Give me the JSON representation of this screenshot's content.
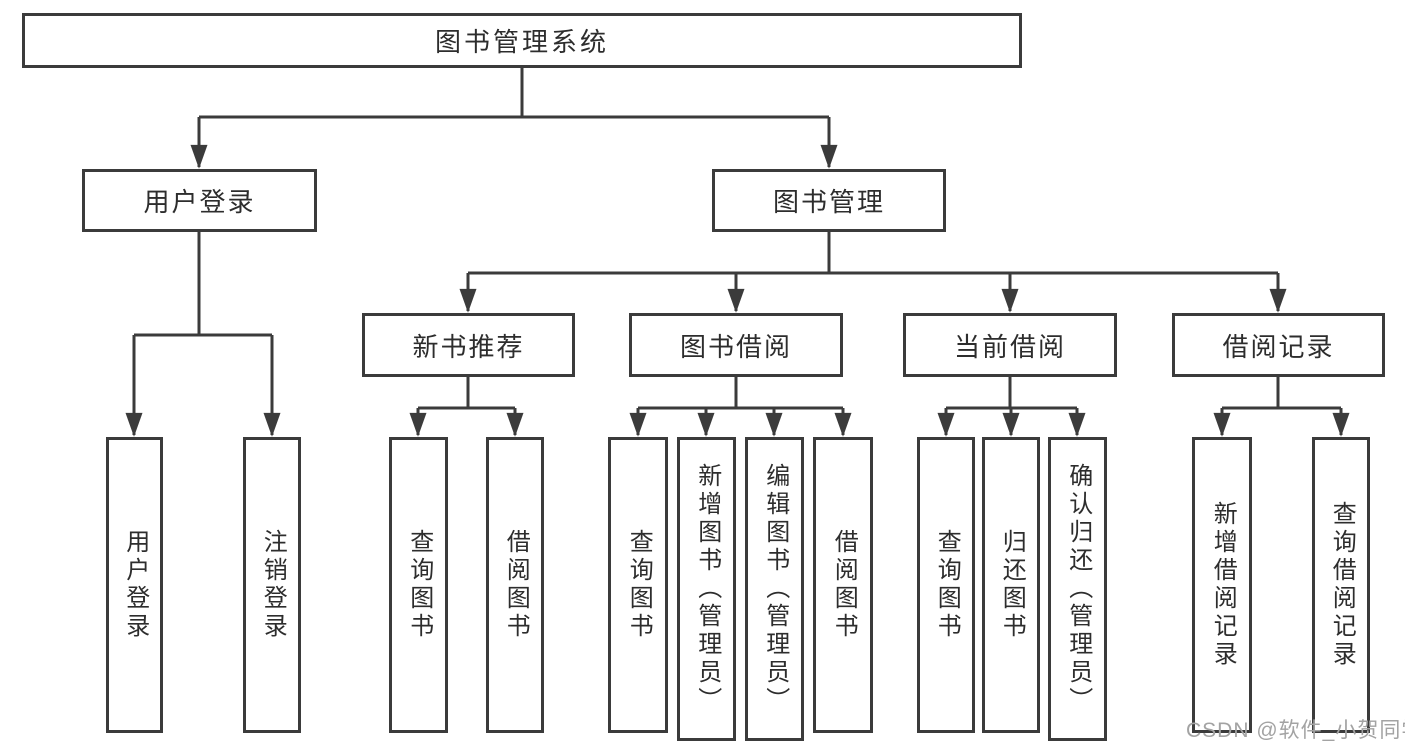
{
  "tree": {
    "label": "图书管理系统",
    "children": [
      {
        "label": "用户登录",
        "children": [
          {
            "label": "用户登录"
          },
          {
            "label": "注销登录"
          }
        ]
      },
      {
        "label": "图书管理",
        "children": [
          {
            "label": "新书推荐",
            "children": [
              {
                "label": "查询图书"
              },
              {
                "label": "借阅图书"
              }
            ]
          },
          {
            "label": "图书借阅",
            "children": [
              {
                "label": "查询图书"
              },
              {
                "label": "新增图书（管理员）"
              },
              {
                "label": "编辑图书（管理员）"
              },
              {
                "label": "借阅图书"
              }
            ]
          },
          {
            "label": "当前借阅",
            "children": [
              {
                "label": "查询图书"
              },
              {
                "label": "归还图书"
              },
              {
                "label": "确认归还（管理员）"
              }
            ]
          },
          {
            "label": "借阅记录",
            "children": [
              {
                "label": "新增借阅记录"
              },
              {
                "label": "查询借阅记录"
              }
            ]
          }
        ]
      }
    ]
  },
  "watermark": "CSDN @软件_小贺同学",
  "colors": {
    "line": "#3b3b3b",
    "text": "#2d2d2d",
    "background": "#ffffff",
    "watermark": "#a3a3a3"
  }
}
